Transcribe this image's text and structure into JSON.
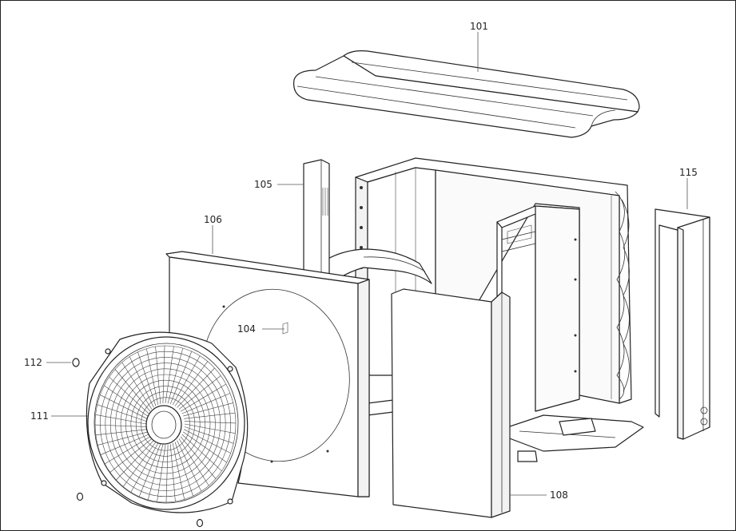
{
  "diagram": {
    "callouts": {
      "c101": "101",
      "c105": "105",
      "c106": "106",
      "c104": "104",
      "c112": "112",
      "c111": "111",
      "c108": "108",
      "c115": "115"
    }
  }
}
